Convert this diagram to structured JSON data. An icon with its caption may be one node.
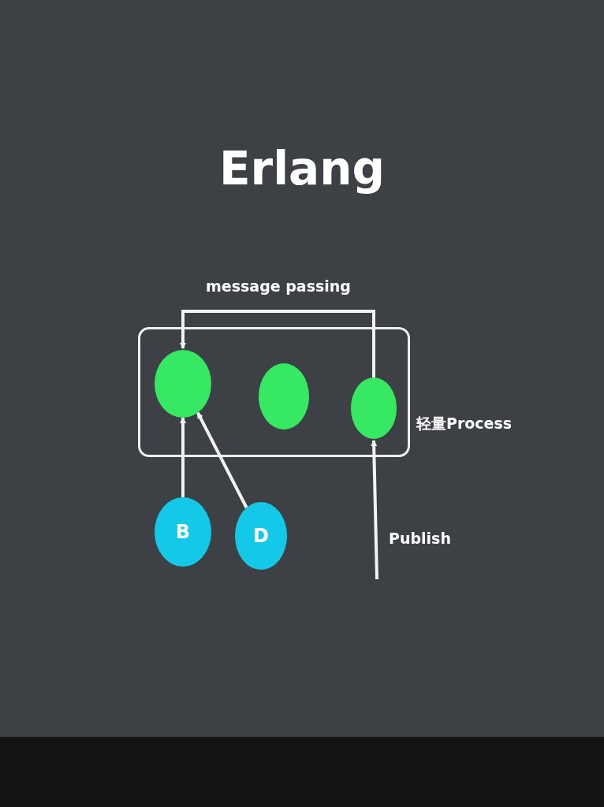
{
  "diagram": {
    "title": "Erlang",
    "nodes": [
      {
        "text": [
          "轻量Process"
        ]
      },
      {
        "text": [],
        "shape": "circle",
        "in": 0
      },
      {
        "text": [],
        "shape": "circle",
        "in": 0
      },
      {
        "text": [],
        "shape": "circle",
        "in": 0
      },
      {
        "text": [
          "B"
        ]
      },
      {
        "text": [
          "D"
        ]
      }
    ],
    "edges": [
      {
        "from": 3,
        "to": 1,
        "arrow": "to",
        "label": "message passing"
      },
      {
        "from": 4,
        "to": 1,
        "arrow": "to"
      },
      {
        "from": 5,
        "to": 1,
        "arrow": "to"
      },
      {
        "from": null,
        "to": 3,
        "arrow": "to",
        "label": "Publish"
      }
    ]
  }
}
